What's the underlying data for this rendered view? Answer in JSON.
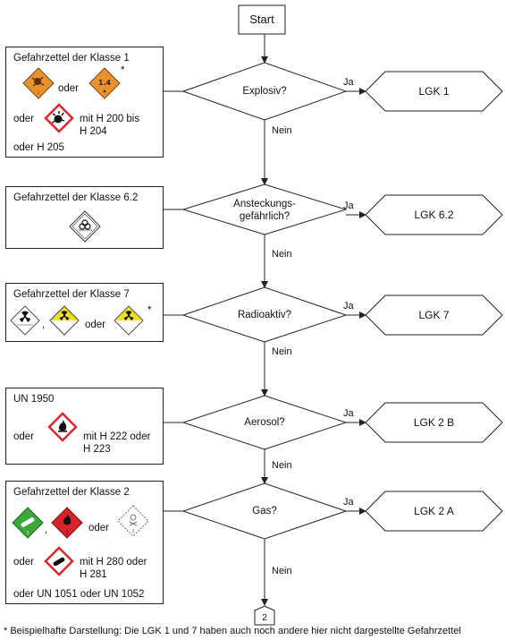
{
  "start_label": "Start",
  "end_connector": "2",
  "decisions": [
    {
      "label_lines": [
        "Explosiv?"
      ],
      "yes": "Ja",
      "no": "Nein",
      "result": "LGK 1"
    },
    {
      "label_lines": [
        "Ansteckungs-",
        "gefährlich?"
      ],
      "yes": "Ja",
      "no": "Nein",
      "result": "LGK 6.2"
    },
    {
      "label_lines": [
        "Radioaktiv?"
      ],
      "yes": "Ja",
      "no": "Nein",
      "result": "LGK 7"
    },
    {
      "label_lines": [
        "Aerosol?"
      ],
      "yes": "Ja",
      "no": "Nein",
      "result": "LGK 2 B"
    },
    {
      "label_lines": [
        "Gas?"
      ],
      "yes": "Ja",
      "no": "Nein",
      "result": "LGK 2 A"
    }
  ],
  "boxes": {
    "klasse1": {
      "title": "Gefahrzettel der Klasse 1",
      "oder": "oder",
      "asterisk": "*",
      "oder2": "oder",
      "h_line1": "mit H 200 bis",
      "h_line2": "H 204",
      "oder_h": "oder H 205",
      "label_14": "1.4"
    },
    "klasse62": {
      "title": "Gefahrzettel der Klasse 6.2"
    },
    "klasse7": {
      "title": "Gefahrzettel der Klasse 7",
      "comma": ",",
      "oder": "oder",
      "asterisk": "*"
    },
    "un1950": {
      "title": "UN 1950",
      "oder": "oder",
      "h_line1": "mit H 222 oder",
      "h_line2": "H 223"
    },
    "klasse2": {
      "title": "Gefahrzettel der Klasse  2",
      "comma": ",",
      "oder": "oder",
      "oder2": "oder",
      "h_line1": "mit H 280 oder",
      "h_line2": "H 281",
      "footer": "oder UN 1051 oder UN 1052"
    }
  },
  "footnote": "* Beispielhafte Darstellung: Die LGK 1 und 7 haben auch noch andere hier nicht dargestellte Gefahrzettel",
  "colors": {
    "explosive_orange": "#e8912f",
    "radioactive_yellow": "#f2e21c",
    "gas_green": "#3aa83a",
    "flammable_red": "#d9232a",
    "ghs_red": "#e0262b"
  }
}
